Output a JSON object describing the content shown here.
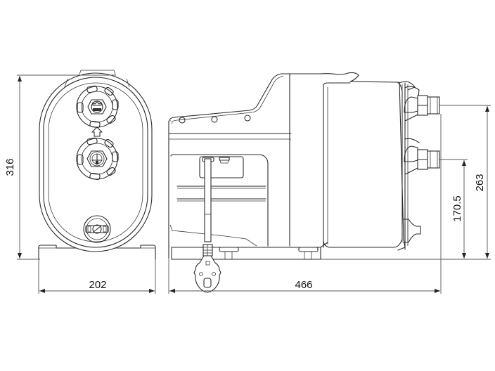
{
  "drawing": {
    "type": "pump dimension drawing",
    "views": [
      "front-view",
      "side-view"
    ]
  },
  "dimensions": {
    "overall_height": {
      "value": "316",
      "unit": "mm"
    },
    "base_width": {
      "value": "202",
      "unit": "mm"
    },
    "overall_length": {
      "value": "466",
      "unit": "mm"
    },
    "outlet_height": {
      "value": "263",
      "unit": "mm"
    },
    "inlet_height": {
      "value": "170.5",
      "unit": "mm"
    }
  },
  "colors": {
    "line": "#2a2a2a",
    "dimension_line": "#555555",
    "background": "#ffffff"
  }
}
